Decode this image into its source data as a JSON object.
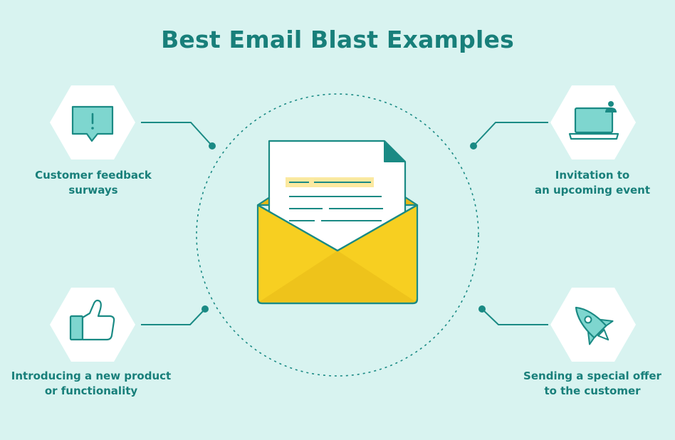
{
  "title": "Best Email Blast Examples",
  "colors": {
    "background": "#d8f3f0",
    "teal": "#1a8a84",
    "title": "#187f7a",
    "envelope_yellow": "#f7cf21",
    "highlight_yellow": "#fbe9a0",
    "hexagon": "#ffffff"
  },
  "items": [
    {
      "icon": "alert-speech-bubble-icon",
      "line1": "Customer feedback",
      "line2": "surways"
    },
    {
      "icon": "laptop-user-icon",
      "line1": "Invitation to",
      "line2": "an upcoming event"
    },
    {
      "icon": "thumbs-up-icon",
      "line1": "Introducing a new product",
      "line2": "or functionality"
    },
    {
      "icon": "rocket-icon",
      "line1": "Sending a special offer",
      "line2": "to the customer"
    }
  ],
  "center_icon": "open-envelope-letter-icon"
}
